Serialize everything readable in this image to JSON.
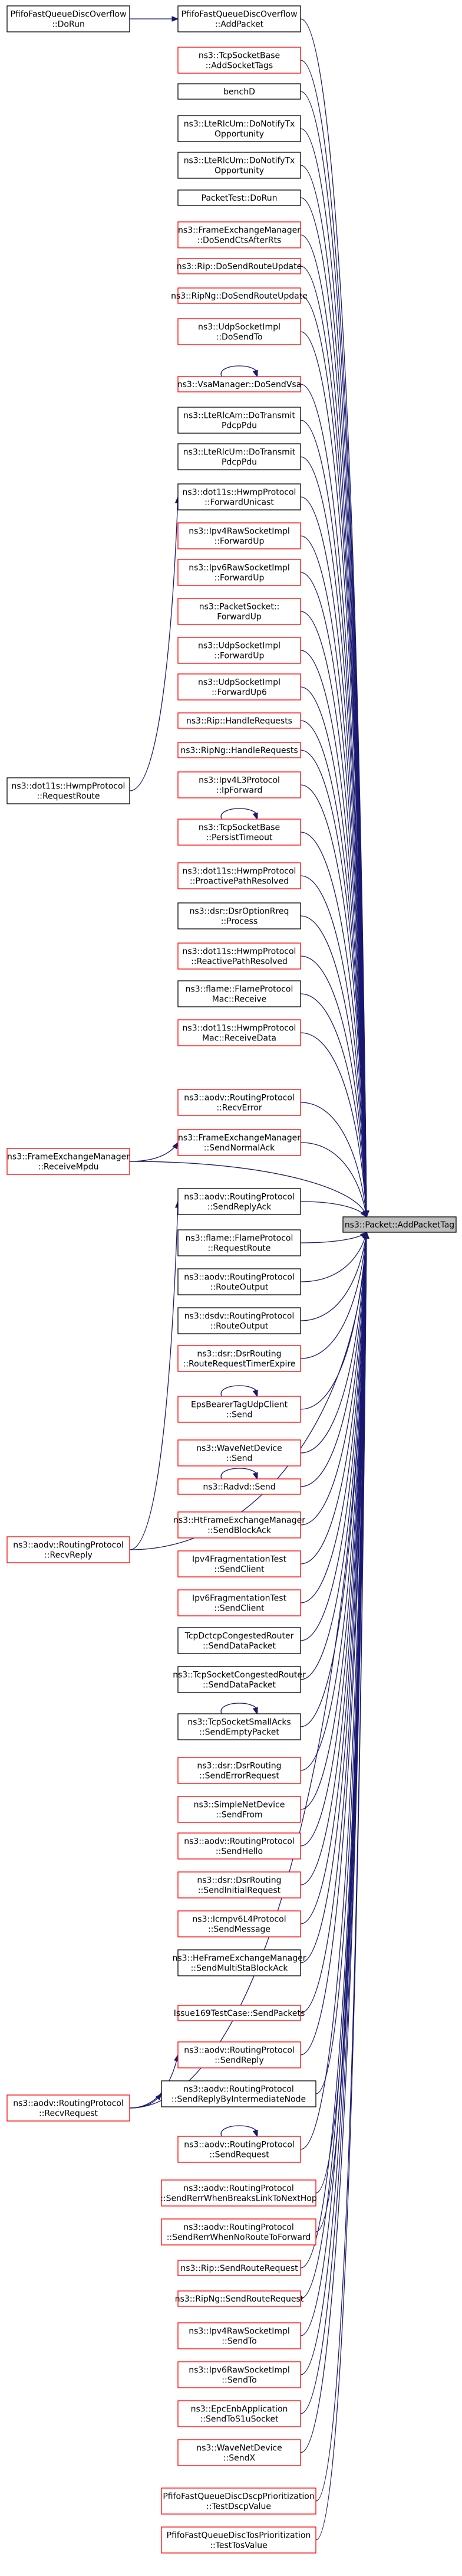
{
  "target": {
    "lines": [
      "ns3::Packet::AddPacketTag"
    ]
  },
  "nodes": [
    {
      "id": "n1",
      "lines": [
        "PfifoFastQueueDiscOverflow",
        "::DoRun"
      ],
      "border": "black"
    },
    {
      "id": "n2",
      "lines": [
        "PfifoFastQueueDiscOverflow",
        "::AddPacket"
      ],
      "border": "black"
    },
    {
      "id": "n3",
      "lines": [
        "ns3::TcpSocketBase",
        "::AddSocketTags"
      ],
      "border": "red"
    },
    {
      "id": "n4",
      "lines": [
        "benchD"
      ],
      "border": "black"
    },
    {
      "id": "n5",
      "lines": [
        "ns3::LteRlcUm::DoNotifyTx",
        "Opportunity"
      ],
      "border": "black"
    },
    {
      "id": "n6",
      "lines": [
        "ns3::LteRlcUm::DoNotifyTx",
        "Opportunity"
      ],
      "border": "black"
    },
    {
      "id": "n7",
      "lines": [
        "PacketTest::DoRun"
      ],
      "border": "black"
    },
    {
      "id": "n8",
      "lines": [
        "ns3::FrameExchangeManager",
        "::DoSendCtsAfterRts"
      ],
      "border": "red"
    },
    {
      "id": "n9",
      "lines": [
        "ns3::Rip::DoSendRouteUpdate"
      ],
      "border": "red"
    },
    {
      "id": "n10",
      "lines": [
        "ns3::RipNg::DoSendRouteUpdate"
      ],
      "border": "red"
    },
    {
      "id": "n11",
      "lines": [
        "ns3::UdpSocketImpl",
        "::DoSendTo"
      ],
      "border": "red"
    },
    {
      "id": "n12",
      "lines": [
        "ns3::VsaManager::DoSendVsa"
      ],
      "border": "red"
    },
    {
      "id": "n13",
      "lines": [
        "ns3::LteRlcAm::DoTransmit",
        "PdcpPdu"
      ],
      "border": "black"
    },
    {
      "id": "n14",
      "lines": [
        "ns3::LteRlcUm::DoTransmit",
        "PdcpPdu"
      ],
      "border": "black"
    },
    {
      "id": "n15",
      "lines": [
        "ns3::dot11s::HwmpProtocol",
        "::ForwardUnicast"
      ],
      "border": "black"
    },
    {
      "id": "n16",
      "lines": [
        "ns3::Ipv4RawSocketImpl",
        "::ForwardUp"
      ],
      "border": "red"
    },
    {
      "id": "n17",
      "lines": [
        "ns3::Ipv6RawSocketImpl",
        "::ForwardUp"
      ],
      "border": "red"
    },
    {
      "id": "n18",
      "lines": [
        "ns3::PacketSocket::",
        "ForwardUp"
      ],
      "border": "red"
    },
    {
      "id": "n19",
      "lines": [
        "ns3::UdpSocketImpl",
        "::ForwardUp"
      ],
      "border": "red"
    },
    {
      "id": "n20",
      "lines": [
        "ns3::UdpSocketImpl",
        "::ForwardUp6"
      ],
      "border": "red"
    },
    {
      "id": "n21",
      "lines": [
        "ns3::Rip::HandleRequests"
      ],
      "border": "red"
    },
    {
      "id": "n22",
      "lines": [
        "ns3::RipNg::HandleRequests"
      ],
      "border": "red"
    },
    {
      "id": "n23",
      "lines": [
        "ns3::Ipv4L3Protocol",
        "::IpForward"
      ],
      "border": "red"
    },
    {
      "id": "n24",
      "lines": [
        "ns3::TcpSocketBase",
        "::PersistTimeout"
      ],
      "border": "red"
    },
    {
      "id": "n25",
      "lines": [
        "ns3::dot11s::HwmpProtocol",
        "::ProactivePathResolved"
      ],
      "border": "red"
    },
    {
      "id": "n26",
      "lines": [
        "ns3::dsr::DsrOptionRreq",
        "::Process"
      ],
      "border": "black"
    },
    {
      "id": "n27",
      "lines": [
        "ns3::dot11s::HwmpProtocol",
        "::ReactivePathResolved"
      ],
      "border": "red"
    },
    {
      "id": "n28",
      "lines": [
        "ns3::flame::FlameProtocol",
        "Mac::Receive"
      ],
      "border": "black"
    },
    {
      "id": "n29",
      "lines": [
        "ns3::dot11s::HwmpProtocol",
        "Mac::ReceiveData"
      ],
      "border": "red"
    },
    {
      "id": "n30",
      "lines": [
        "ns3::aodv::RoutingProtocol",
        "::RecvError"
      ],
      "border": "red"
    },
    {
      "id": "n31",
      "lines": [
        "ns3::FrameExchangeManager",
        "::SendNormalAck"
      ],
      "border": "red"
    },
    {
      "id": "n32",
      "lines": [
        "ns3::aodv::RoutingProtocol",
        "::SendReplyAck"
      ],
      "border": "black"
    },
    {
      "id": "n33",
      "lines": [
        "ns3::flame::FlameProtocol",
        "::RequestRoute"
      ],
      "border": "black"
    },
    {
      "id": "n34",
      "lines": [
        "ns3::aodv::RoutingProtocol",
        "::RouteOutput"
      ],
      "border": "black"
    },
    {
      "id": "n35",
      "lines": [
        "ns3::dsdv::RoutingProtocol",
        "::RouteOutput"
      ],
      "border": "black"
    },
    {
      "id": "n36",
      "lines": [
        "ns3::dsr::DsrRouting",
        "::RouteRequestTimerExpire"
      ],
      "border": "red"
    },
    {
      "id": "n37",
      "lines": [
        "EpsBearerTagUdpClient",
        "::Send"
      ],
      "border": "red"
    },
    {
      "id": "n38",
      "lines": [
        "ns3::WaveNetDevice",
        "::Send"
      ],
      "border": "red"
    },
    {
      "id": "n39",
      "lines": [
        "ns3::Radvd::Send"
      ],
      "border": "red"
    },
    {
      "id": "n40",
      "lines": [
        "ns3::HtFrameExchangeManager",
        "::SendBlockAck"
      ],
      "border": "red"
    },
    {
      "id": "n41",
      "lines": [
        "Ipv4FragmentationTest",
        "::SendClient"
      ],
      "border": "red"
    },
    {
      "id": "n42",
      "lines": [
        "Ipv6FragmentationTest",
        "::SendClient"
      ],
      "border": "red"
    },
    {
      "id": "n43",
      "lines": [
        "TcpDctcpCongestedRouter",
        "::SendDataPacket"
      ],
      "border": "black"
    },
    {
      "id": "n44",
      "lines": [
        "ns3::TcpSocketCongestedRouter",
        "::SendDataPacket"
      ],
      "border": "black"
    },
    {
      "id": "n45",
      "lines": [
        "ns3::TcpSocketSmallAcks",
        "::SendEmptyPacket"
      ],
      "border": "black"
    },
    {
      "id": "n46",
      "lines": [
        "ns3::dsr::DsrRouting",
        "::SendErrorRequest"
      ],
      "border": "red"
    },
    {
      "id": "n47",
      "lines": [
        "ns3::SimpleNetDevice",
        "::SendFrom"
      ],
      "border": "red"
    },
    {
      "id": "n48",
      "lines": [
        "ns3::aodv::RoutingProtocol",
        "::SendHello"
      ],
      "border": "red"
    },
    {
      "id": "n49",
      "lines": [
        "ns3::dsr::DsrRouting",
        "::SendInitialRequest"
      ],
      "border": "red"
    },
    {
      "id": "n50",
      "lines": [
        "ns3::Icmpv6L4Protocol",
        "::SendMessage"
      ],
      "border": "red"
    },
    {
      "id": "n51",
      "lines": [
        "ns3::HeFrameExchangeManager",
        "::SendMultiStaBlockAck"
      ],
      "border": "black"
    },
    {
      "id": "n52",
      "lines": [
        "Issue169TestCase::SendPackets"
      ],
      "border": "red"
    },
    {
      "id": "n53",
      "lines": [
        "ns3::aodv::RoutingProtocol",
        "::SendReply"
      ],
      "border": "red"
    },
    {
      "id": "n54",
      "lines": [
        "ns3::aodv::RoutingProtocol",
        "::SendReplyByIntermediateNode"
      ],
      "border": "black"
    },
    {
      "id": "n55",
      "lines": [
        "ns3::aodv::RoutingProtocol",
        "::SendRequest"
      ],
      "border": "red"
    },
    {
      "id": "n56",
      "lines": [
        "ns3::aodv::RoutingProtocol",
        "::SendRerrWhenBreaksLinkToNextHop"
      ],
      "border": "red"
    },
    {
      "id": "n57",
      "lines": [
        "ns3::aodv::RoutingProtocol",
        "::SendRerrWhenNoRouteToForward"
      ],
      "border": "red"
    },
    {
      "id": "n58",
      "lines": [
        "ns3::Rip::SendRouteRequest"
      ],
      "border": "red"
    },
    {
      "id": "n59",
      "lines": [
        "ns3::RipNg::SendRouteRequest"
      ],
      "border": "red"
    },
    {
      "id": "n60",
      "lines": [
        "ns3::Ipv4RawSocketImpl",
        "::SendTo"
      ],
      "border": "red"
    },
    {
      "id": "n61",
      "lines": [
        "ns3::Ipv6RawSocketImpl",
        "::SendTo"
      ],
      "border": "red"
    },
    {
      "id": "n62",
      "lines": [
        "ns3::EpcEnbApplication",
        "::SendToS1uSocket"
      ],
      "border": "red"
    },
    {
      "id": "n63",
      "lines": [
        "ns3::WaveNetDevice",
        "::SendX"
      ],
      "border": "red"
    },
    {
      "id": "n64",
      "lines": [
        "PfifoFastQueueDiscDscpPrioritization",
        "::TestDscpValue"
      ],
      "border": "red"
    },
    {
      "id": "n65",
      "lines": [
        "PfifoFastQueueDiscTosPrioritization",
        "::TestTosValue"
      ],
      "border": "red"
    },
    {
      "id": "n66",
      "lines": [
        "ns3::dot11s::HwmpProtocol",
        "::RequestRoute"
      ],
      "border": "black"
    },
    {
      "id": "n67",
      "lines": [
        "ns3::FrameExchangeManager",
        "::ReceiveMpdu"
      ],
      "border": "red"
    },
    {
      "id": "n68",
      "lines": [
        "ns3::aodv::RoutingProtocol",
        "::RecvReply"
      ],
      "border": "red"
    },
    {
      "id": "n69",
      "lines": [
        "ns3::aodv::RoutingProtocol",
        "::RecvRequest"
      ],
      "border": "red"
    }
  ],
  "edges": [
    {
      "from": "n1",
      "to": "n2"
    },
    {
      "from": "n2",
      "to": "target"
    },
    {
      "from": "n3",
      "to": "target"
    },
    {
      "from": "n4",
      "to": "target"
    },
    {
      "from": "n5",
      "to": "target"
    },
    {
      "from": "n6",
      "to": "target"
    },
    {
      "from": "n7",
      "to": "target"
    },
    {
      "from": "n8",
      "to": "target"
    },
    {
      "from": "n9",
      "to": "target"
    },
    {
      "from": "n10",
      "to": "target"
    },
    {
      "from": "n11",
      "to": "target"
    },
    {
      "from": "n12",
      "to": "target"
    },
    {
      "from": "n13",
      "to": "target"
    },
    {
      "from": "n14",
      "to": "target"
    },
    {
      "from": "n15",
      "to": "target"
    },
    {
      "from": "n16",
      "to": "target"
    },
    {
      "from": "n17",
      "to": "target"
    },
    {
      "from": "n18",
      "to": "target"
    },
    {
      "from": "n19",
      "to": "target"
    },
    {
      "from": "n20",
      "to": "target"
    },
    {
      "from": "n21",
      "to": "target"
    },
    {
      "from": "n22",
      "to": "target"
    },
    {
      "from": "n23",
      "to": "target"
    },
    {
      "from": "n24",
      "to": "target"
    },
    {
      "from": "n25",
      "to": "target"
    },
    {
      "from": "n26",
      "to": "target"
    },
    {
      "from": "n27",
      "to": "target"
    },
    {
      "from": "n28",
      "to": "target"
    },
    {
      "from": "n29",
      "to": "target"
    },
    {
      "from": "n30",
      "to": "target"
    },
    {
      "from": "n31",
      "to": "target"
    },
    {
      "from": "n32",
      "to": "target"
    },
    {
      "from": "n33",
      "to": "target"
    },
    {
      "from": "n34",
      "to": "target"
    },
    {
      "from": "n35",
      "to": "target"
    },
    {
      "from": "n36",
      "to": "target"
    },
    {
      "from": "n37",
      "to": "target"
    },
    {
      "from": "n38",
      "to": "target"
    },
    {
      "from": "n39",
      "to": "target"
    },
    {
      "from": "n40",
      "to": "target"
    },
    {
      "from": "n41",
      "to": "target"
    },
    {
      "from": "n42",
      "to": "target"
    },
    {
      "from": "n43",
      "to": "target"
    },
    {
      "from": "n44",
      "to": "target"
    },
    {
      "from": "n45",
      "to": "target"
    },
    {
      "from": "n46",
      "to": "target"
    },
    {
      "from": "n47",
      "to": "target"
    },
    {
      "from": "n48",
      "to": "target"
    },
    {
      "from": "n49",
      "to": "target"
    },
    {
      "from": "n50",
      "to": "target"
    },
    {
      "from": "n51",
      "to": "target"
    },
    {
      "from": "n52",
      "to": "target"
    },
    {
      "from": "n53",
      "to": "target"
    },
    {
      "from": "n54",
      "to": "target"
    },
    {
      "from": "n55",
      "to": "target"
    },
    {
      "from": "n56",
      "to": "target"
    },
    {
      "from": "n57",
      "to": "target"
    },
    {
      "from": "n58",
      "to": "target"
    },
    {
      "from": "n59",
      "to": "target"
    },
    {
      "from": "n60",
      "to": "target"
    },
    {
      "from": "n61",
      "to": "target"
    },
    {
      "from": "n62",
      "to": "target"
    },
    {
      "from": "n63",
      "to": "target"
    },
    {
      "from": "n64",
      "to": "target"
    },
    {
      "from": "n65",
      "to": "target"
    },
    {
      "from": "n12",
      "to": "n12"
    },
    {
      "from": "n24",
      "to": "n24"
    },
    {
      "from": "n37",
      "to": "n37"
    },
    {
      "from": "n39",
      "to": "n39"
    },
    {
      "from": "n45",
      "to": "n45"
    },
    {
      "from": "n55",
      "to": "n55"
    },
    {
      "from": "n66",
      "to": "n15"
    },
    {
      "from": "n67",
      "to": "n31"
    },
    {
      "from": "n67",
      "to": "target"
    },
    {
      "from": "n68",
      "to": "n32"
    },
    {
      "from": "n68",
      "to": "target"
    },
    {
      "from": "n69",
      "to": "n53"
    },
    {
      "from": "n69",
      "to": "n54"
    },
    {
      "from": "n69",
      "to": "target"
    }
  ],
  "colors": {
    "edge": "#191970",
    "callerBorder": "#ff0000",
    "nodeBorder": "#000000",
    "targetFill": "#bfbfbf"
  }
}
